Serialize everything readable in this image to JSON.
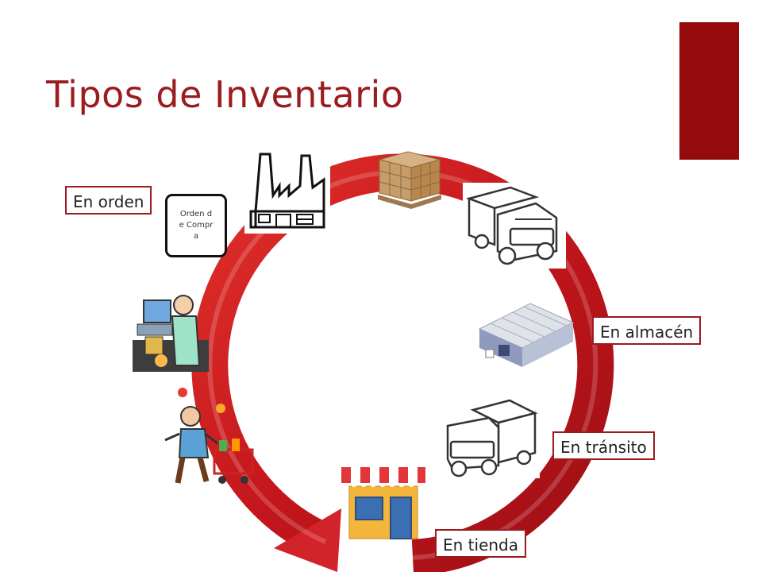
{
  "slide": {
    "title": "Tipos de Inventario",
    "accent_color": "#950a0a",
    "title_color": "#9b1b1e"
  },
  "labels": {
    "en_orden": "En orden",
    "en_almacen": "En almacén",
    "en_transito": "En tránsito",
    "en_tienda": "En tienda"
  },
  "order_document": {
    "text": "Orden de Compra"
  },
  "illustrations": [
    {
      "name": "factory-icon",
      "description": "fábrica"
    },
    {
      "name": "pallet-boxes-icon",
      "description": "cajas en tarima"
    },
    {
      "name": "truck-icon",
      "description": "camión"
    },
    {
      "name": "warehouse-icon",
      "description": "almacén"
    },
    {
      "name": "truck-icon",
      "description": "camión"
    },
    {
      "name": "store-icon",
      "description": "tienda"
    },
    {
      "name": "shopper-icon",
      "description": "comprador"
    },
    {
      "name": "cashier-icon",
      "description": "cajero"
    }
  ]
}
